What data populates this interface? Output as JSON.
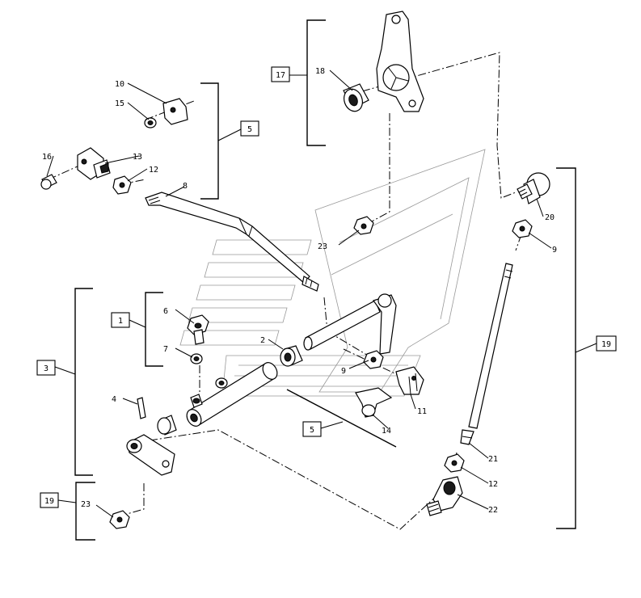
{
  "callouts": {
    "c1": "1",
    "c2": "2",
    "c3": "3",
    "c4": "4",
    "c5a": "5",
    "c5b": "5",
    "c6": "6",
    "c7": "7",
    "c8": "8",
    "c9a": "9",
    "c9b": "9",
    "c10": "10",
    "c11": "11",
    "c12a": "12",
    "c12b": "12",
    "c13": "13",
    "c14": "14",
    "c15": "15",
    "c16": "16",
    "c17": "17",
    "c18": "18",
    "c19a": "19",
    "c19b": "19",
    "c20": "20",
    "c21": "21",
    "c22": "22",
    "c23a": "23",
    "c23b": "23"
  },
  "colors": {
    "line": "#000000",
    "background": "#ffffff",
    "watermark": "#999999"
  }
}
